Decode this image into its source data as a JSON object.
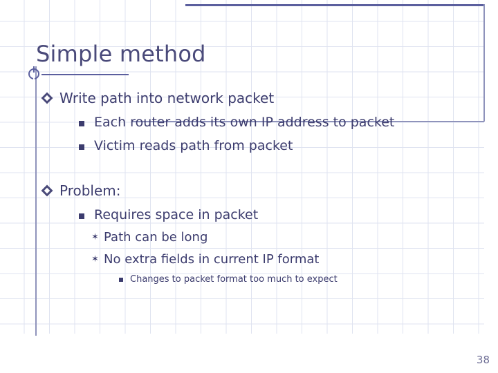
{
  "slide": {
    "title": "Simple method",
    "page_number": "38",
    "accent_color": "#4a4a7a",
    "rule_color": "#8f93bb",
    "grid_color": "#dfe3f0",
    "content": [
      {
        "level": 1,
        "text": "Write path into network packet",
        "bullet": "diamond-icon"
      },
      {
        "level": 2,
        "text": "Each router adds its own IP address to packet",
        "bullet": "square-icon"
      },
      {
        "level": 2,
        "text": "Victim reads path from packet",
        "bullet": "square-icon"
      },
      {
        "level": 1,
        "text": "Problem:",
        "bullet": "diamond-icon"
      },
      {
        "level": 2,
        "text": "Requires space in packet",
        "bullet": "square-icon"
      },
      {
        "level": 3,
        "text": "Path can be long",
        "bullet": "star-icon"
      },
      {
        "level": 3,
        "text": "No extra fields in current IP format",
        "bullet": "star-icon"
      },
      {
        "level": 4,
        "text": "Changes to packet format too much to expect",
        "bullet": "square-small-icon"
      }
    ]
  }
}
